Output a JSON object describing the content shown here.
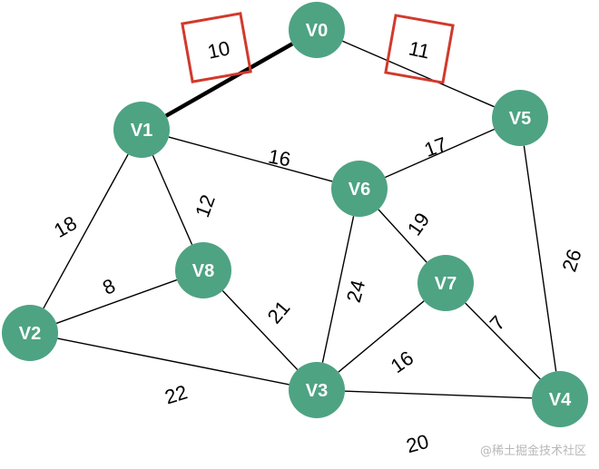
{
  "nodes": [
    {
      "id": "V0",
      "label": "V0"
    },
    {
      "id": "V1",
      "label": "V1"
    },
    {
      "id": "V2",
      "label": "V2"
    },
    {
      "id": "V3",
      "label": "V3"
    },
    {
      "id": "V4",
      "label": "V4"
    },
    {
      "id": "V5",
      "label": "V5"
    },
    {
      "id": "V6",
      "label": "V6"
    },
    {
      "id": "V7",
      "label": "V7"
    },
    {
      "id": "V8",
      "label": "V8"
    }
  ],
  "edges": [
    {
      "from": "V0",
      "to": "V1",
      "weight": "10",
      "highlighted": true,
      "boxed": true
    },
    {
      "from": "V0",
      "to": "V5",
      "weight": "11",
      "highlighted": false,
      "boxed": true
    },
    {
      "from": "V1",
      "to": "V6",
      "weight": "16",
      "highlighted": false,
      "boxed": false
    },
    {
      "from": "V1",
      "to": "V2",
      "weight": "18",
      "highlighted": false,
      "boxed": false
    },
    {
      "from": "V1",
      "to": "V8",
      "weight": "12",
      "highlighted": false,
      "boxed": false
    },
    {
      "from": "V5",
      "to": "V6",
      "weight": "17",
      "highlighted": false,
      "boxed": false
    },
    {
      "from": "V5",
      "to": "V4",
      "weight": "26",
      "highlighted": false,
      "boxed": false
    },
    {
      "from": "V6",
      "to": "V7",
      "weight": "19",
      "highlighted": false,
      "boxed": false
    },
    {
      "from": "V6",
      "to": "V3",
      "weight": "24",
      "highlighted": false,
      "boxed": false
    },
    {
      "from": "V2",
      "to": "V8",
      "weight": "8",
      "highlighted": false,
      "boxed": false
    },
    {
      "from": "V2",
      "to": "V3",
      "weight": "22",
      "highlighted": false,
      "boxed": false
    },
    {
      "from": "V8",
      "to": "V3",
      "weight": "21",
      "highlighted": false,
      "boxed": false
    },
    {
      "from": "V7",
      "to": "V3",
      "weight": "16",
      "highlighted": false,
      "boxed": false
    },
    {
      "from": "V7",
      "to": "V4",
      "weight": "7",
      "highlighted": false,
      "boxed": false
    },
    {
      "from": "V3",
      "to": "V4",
      "weight": "20",
      "highlighted": false,
      "boxed": false
    }
  ],
  "colors": {
    "node_fill": "#4ea383",
    "node_text": "#ffffff",
    "edge": "#000000",
    "highlight_box": "#d03a2c"
  },
  "watermark": "@稀土掘金技术社区"
}
